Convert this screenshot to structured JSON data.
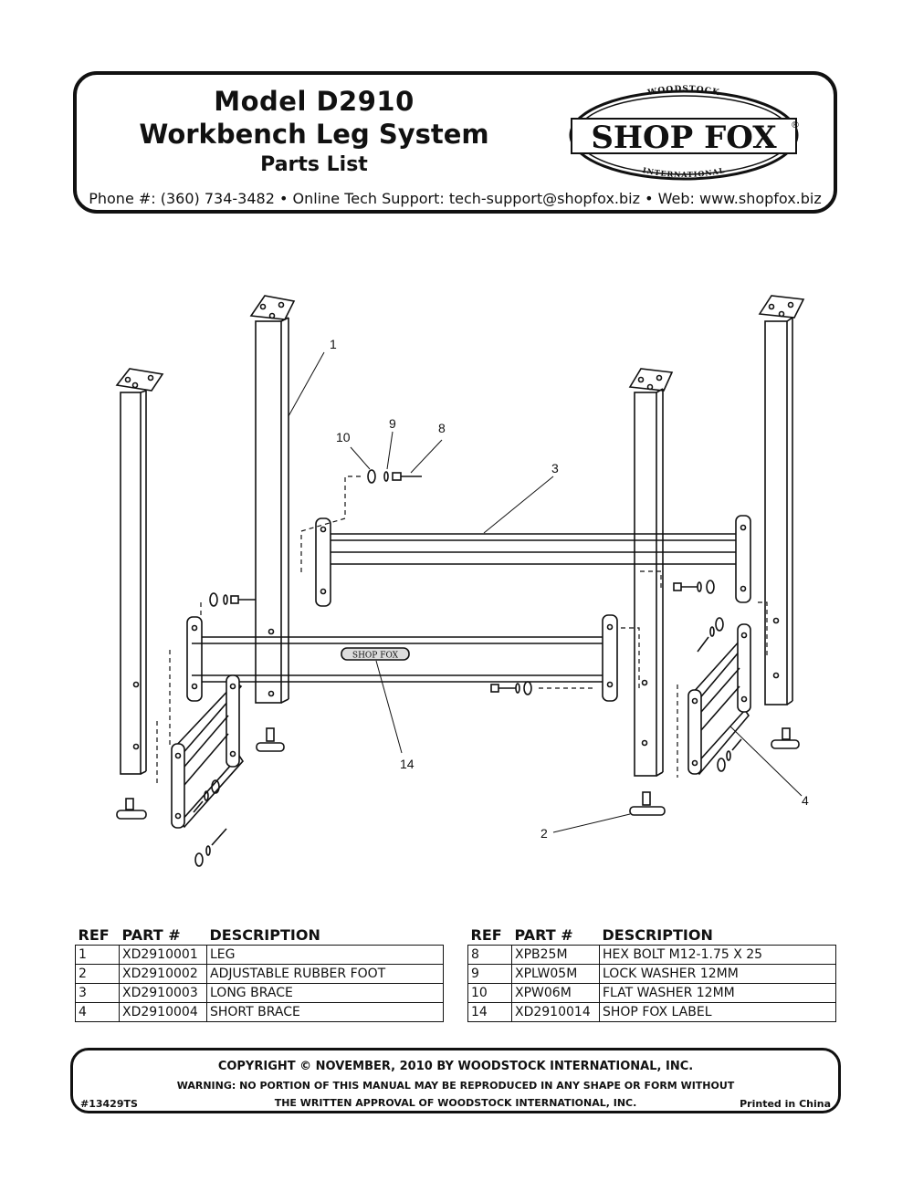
{
  "header": {
    "model": "Model D2910",
    "product": "Workbench Leg System",
    "section": "Parts List",
    "contact": "Phone #: (360) 734-3482 • Online Tech Support: tech-support@shopfox.biz • Web: www.shopfox.biz"
  },
  "logo": {
    "brand": "SHOP FOX",
    "top_arc": "WOODSTOCK",
    "bottom_arc": "INTERNATIONAL",
    "mark": "®"
  },
  "diagram": {
    "callouts": [
      "1",
      "10",
      "9",
      "8",
      "3",
      "14",
      "4",
      "2"
    ],
    "label_text": "SHOP FOX"
  },
  "parts_table": {
    "headers": [
      "REF",
      "PART #",
      "DESCRIPTION"
    ],
    "left": [
      {
        "ref": "1",
        "part": "XD2910001",
        "desc": "LEG"
      },
      {
        "ref": "2",
        "part": "XD2910002",
        "desc": "ADJUSTABLE RUBBER FOOT"
      },
      {
        "ref": "3",
        "part": "XD2910003",
        "desc": "LONG BRACE"
      },
      {
        "ref": "4",
        "part": "XD2910004",
        "desc": "SHORT BRACE"
      }
    ],
    "right": [
      {
        "ref": "8",
        "part": "XPB25M",
        "desc": "HEX BOLT M12-1.75 X 25"
      },
      {
        "ref": "9",
        "part": "XPLW05M",
        "desc": "LOCK WASHER 12MM"
      },
      {
        "ref": "10",
        "part": "XPW06M",
        "desc": "FLAT WASHER 12MM"
      },
      {
        "ref": "14",
        "part": "XD2910014",
        "desc": "SHOP FOX LABEL"
      }
    ]
  },
  "footer": {
    "copyright": "COPYRIGHT © NOVEMBER, 2010 BY WOODSTOCK INTERNATIONAL, INC.",
    "warning1": "WARNING: NO PORTION OF THIS MANUAL MAY BE REPRODUCED IN ANY SHAPE OR FORM WITHOUT",
    "warning2": "THE WRITTEN APPROVAL OF WOODSTOCK INTERNATIONAL, INC.",
    "doc_number": "#13429TS",
    "printed": "Printed in China"
  }
}
